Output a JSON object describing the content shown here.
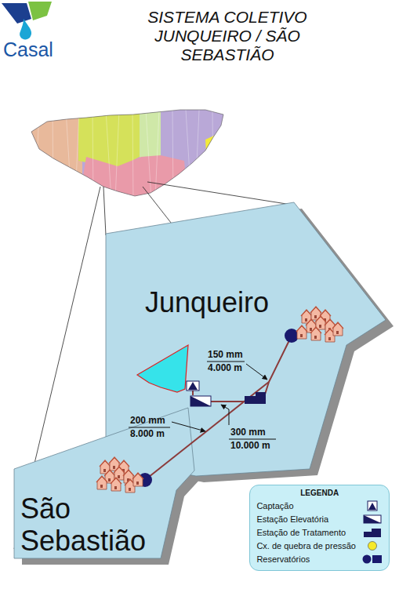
{
  "diagram": {
    "title": "SISTEMA COLETIVO JUNQUEIRO / SÃO SEBASTIÃO",
    "nodes": [
      {
        "text": [
          "Junqueiro"
        ]
      },
      {
        "text": [
          "São Sebastião"
        ]
      }
    ],
    "labels": [
      "Casal",
      "150 mm",
      "4.000 m",
      "300 mm",
      "10.000 m",
      "200 mm",
      "8.000 m",
      "LEGENDA"
    ],
    "legend": [
      {
        "text": "Captação"
      },
      {
        "text": "Estação Elevatória"
      },
      {
        "text": "Estação de Tratamento"
      },
      {
        "text": "Cx. de quebra de pressão"
      },
      {
        "text": "Reservatórios"
      }
    ]
  }
}
